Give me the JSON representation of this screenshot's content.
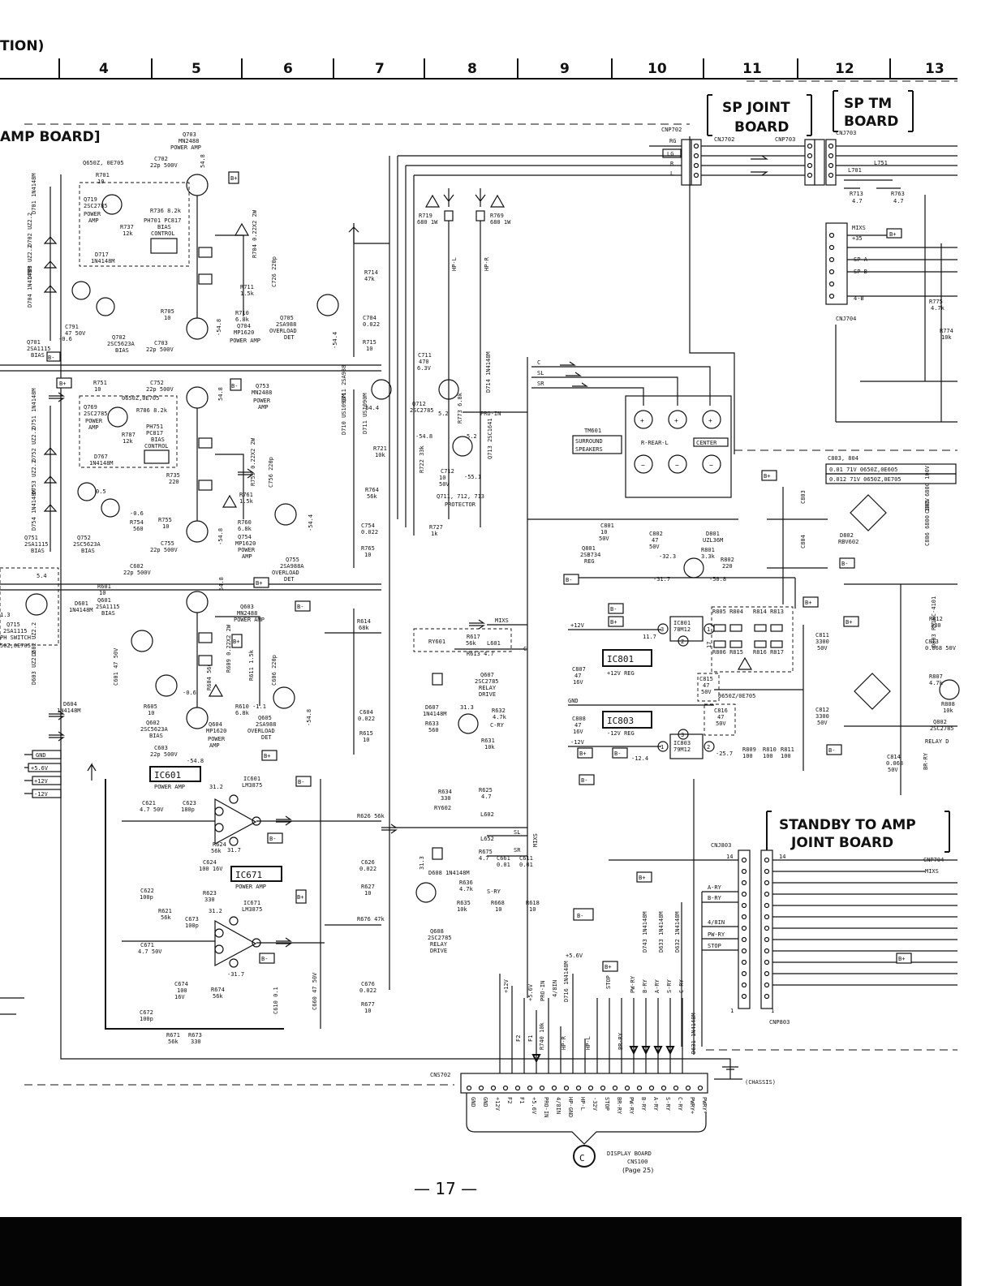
{
  "header": {
    "section_fragment": "TION)",
    "columns": [
      "4",
      "5",
      "6",
      "7",
      "8",
      "9",
      "10",
      "11",
      "12",
      "13"
    ]
  },
  "titles": {
    "amp_board": "AMP BOARD]",
    "sp_joint_1": "SP JOINT",
    "sp_joint_2": "BOARD",
    "sp_tm_1": "SP TM",
    "sp_tm_2": "BOARD",
    "standby_1": "STANDBY TO AMP",
    "standby_2": "JOINT BOARD"
  },
  "ics": {
    "ic601": "IC601",
    "ic601_desc": "POWER AMP",
    "ic671": "IC671",
    "ic671_desc": "POWER AMP",
    "ic801": "IC801",
    "ic801_desc": "+12V REG",
    "ic803": "IC803",
    "ic803_desc": "-12V REG"
  },
  "blocks": {
    "q703_1": "Q703",
    "q703_2": "MN2488",
    "q703_3": "POWER AMP",
    "q719_1": "Q719",
    "q719_2": "2SC2785",
    "q719_3": "POWER",
    "q719_4": "AMP",
    "ph701_1": "PH701 PC817",
    "ph701_2": "BIAS",
    "ph701_3": "CONTROL",
    "q705_1": "Q705",
    "q705_2": "2SA988",
    "q705_3": "OVERLOAD",
    "q705_4": "DET",
    "q704_1": "Q704",
    "q704_2": "MP1620",
    "q704_3": "POWER AMP",
    "q753_1": "Q753",
    "q753_2": "MN2488",
    "q753_3": "POWER",
    "q753_4": "AMP",
    "q755_1": "Q755",
    "q755_2": "2SA988A",
    "q755_3": "OVERLOAD",
    "q755_4": "DET",
    "q754_1": "Q754",
    "q754_2": "MP1620",
    "q754_3": "POWER",
    "q754_4": "AMP",
    "protector_1": "Q711, 712, 713",
    "protector_2": "PROTECTOR",
    "tm601_1": "TM601",
    "tm601_2": "SURROUND",
    "tm601_3": "SPEAKERS",
    "rear": "R-REAR-L",
    "center": "CENTER",
    "q603_1": "Q603",
    "q603_2": "MN2488",
    "q603_3": "POWER AMP",
    "q604_1": "Q604",
    "q604_2": "MP1620",
    "q604_3": "POWER",
    "q604_4": "AMP",
    "q605_1": "Q605",
    "q605_2": "2SA988",
    "q605_3": "OVERLOAD",
    "q605_4": "DET",
    "q607_1": "Q607",
    "q607_2": "2SC2785",
    "q607_3": "RELAY",
    "q607_4": "DRIVE",
    "q608_1": "Q608",
    "q608_2": "2SC2785",
    "q608_3": "RELAY",
    "q608_4": "DRIVE",
    "q715_1": "Q715",
    "q715_2": "2SA1115",
    "q715_3": "PH SWITCH",
    "q801_1": "Q801",
    "q801_2": "2SB734",
    "q801_3": "REG",
    "pro_in": "PRO-IN",
    "mixs": "MIXS",
    "relay_d": "RELAY D"
  },
  "labels": {
    "gnd": "GND",
    "p56v": "+5.6V",
    "p12v": "+12V",
    "m12v": "-12V",
    "p35": "+35",
    "spa": "SP-A",
    "spb": "SP-B",
    "four_b": "4-B",
    "c": "C",
    "sl": "SL",
    "sr": "SR",
    "rg": "RG",
    "lg": "LG",
    "r": "R",
    "l": "L",
    "cnp702": "CNP702",
    "cnj702": "CNJ702",
    "cnp703": "CNP703",
    "cnj703": "CNJ703",
    "cnj704": "CNJ704",
    "cnj803": "CNJ803",
    "cnp803": "CNP803",
    "cnp704": "CNP704",
    "cns702": "CNS702",
    "a_ry": "A-RY",
    "b_ry": "B-RY",
    "four8in": "4/8IN",
    "pw_ry": "PW-RY",
    "stop": "STOP",
    "chassis": "(CHASSIS)",
    "bplus": "B+",
    "bminus": "B-",
    "v_m548": "-54.8",
    "v_548": "54.8",
    "v_m544": "-54.4",
    "v_52": "5.2",
    "v_m551": "-55.1",
    "v_117": "11.7",
    "v_m124": "-12.4",
    "v_m257": "-25.7",
    "v_m317": "-31.7",
    "v_m508": "-50.8",
    "v_m323": "-32.3",
    "v_312": "31.2",
    "v_m06": "-0.6",
    "v_05": "0.5",
    "c803_804": "C803, 804",
    "tbl_r1": "0.01  71V  0650Z,0E605",
    "tbl_r2": "0.012 71V  0650Z,0E705",
    "d650z": "0650Z/0E705",
    "d650z_top": "0650Z,0E705",
    "p56v_mid": "+5.6V"
  },
  "cns_pins": [
    "GND",
    "GND",
    "+12V",
    "F2",
    "F1",
    "+5.6V",
    "PRO-IN",
    "4/8IN",
    "HP-GND",
    "HP-L",
    "-32V",
    "STOP",
    "BR-RY",
    "PW-RY",
    "B-RY",
    "A-RY",
    "S-RY",
    "C-RY",
    "PWRY+",
    "PWRY-"
  ],
  "bottom_ref": {
    "letter": "C",
    "line1": "DISPLAY BOARD",
    "line2": "CNS100",
    "line3": "(Page 25)"
  },
  "page_number": "— 17 —"
}
